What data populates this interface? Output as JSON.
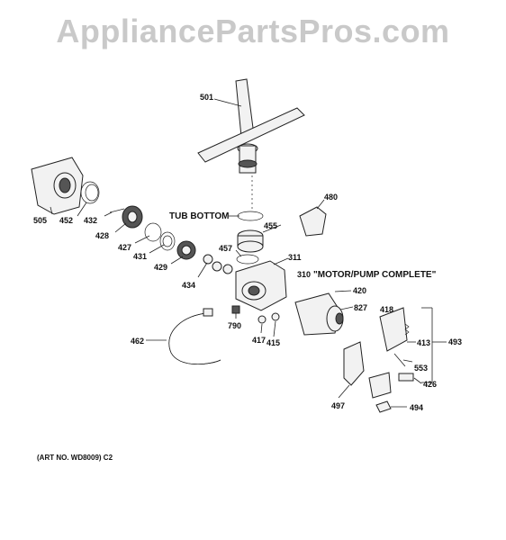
{
  "watermark": "AppliancePartsPros.com",
  "labels": {
    "p501": "501",
    "p505": "505",
    "p452": "452",
    "p432": "432",
    "p428": "428",
    "p427": "427",
    "p431": "431",
    "p429": "429",
    "p434": "434",
    "tub_bottom": "TUB BOTTOM",
    "p455": "455",
    "p480": "480",
    "p457": "457",
    "p311": "311",
    "p310": "310",
    "motor_pump": "\"MOTOR/PUMP COMPLETE\"",
    "p420": "420",
    "p827": "827",
    "p418": "418",
    "p413": "413",
    "p493": "493",
    "p790": "790",
    "p417": "417",
    "p415": "415",
    "p462": "462",
    "p553": "553",
    "p426": "426",
    "p497": "497",
    "p494": "494",
    "art_no": "(ART NO. WD8009) C2"
  }
}
